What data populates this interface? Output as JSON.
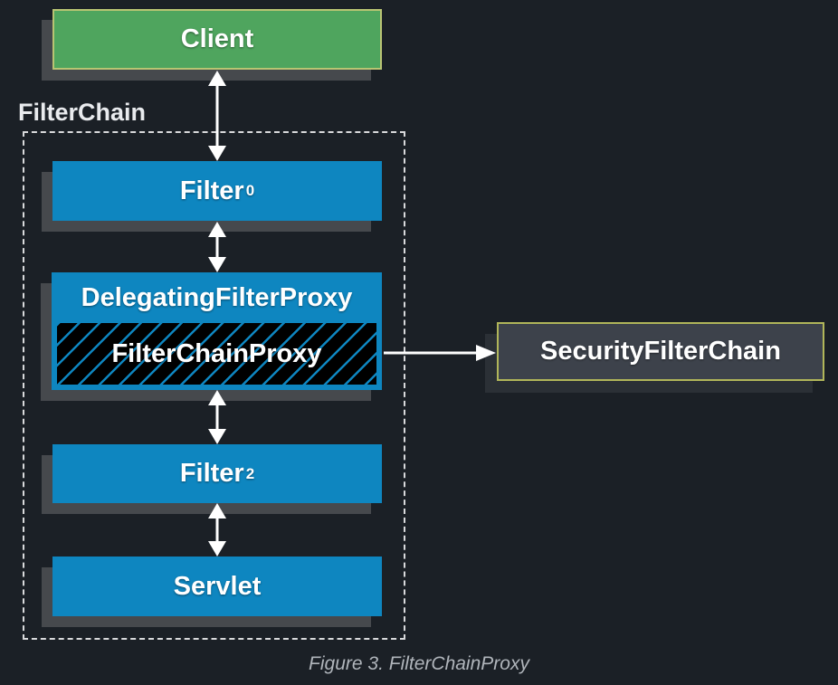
{
  "figure": {
    "caption": "Figure 3. FilterChainProxy"
  },
  "labels": {
    "filter_chain": "FilterChain"
  },
  "nodes": {
    "client": {
      "label": "Client",
      "fill": "#4fa55e",
      "border_color": "#b9c473"
    },
    "filter0": {
      "label": "Filter",
      "sub": "0",
      "fill": "#0e86c0"
    },
    "delegating_filter_proxy": {
      "label": "DelegatingFilterProxy",
      "fill": "#0e86c0"
    },
    "filter_chain_proxy": {
      "label": "FilterChainProxy",
      "fill": "#000000",
      "hatch_color": "#0e86c0"
    },
    "security_filter_chain": {
      "label": "SecurityFilterChain",
      "fill": "#3d424b",
      "border_color": "#b1b65a"
    },
    "filter2": {
      "label": "Filter",
      "sub": "2",
      "fill": "#0e86c0"
    },
    "servlet": {
      "label": "Servlet",
      "fill": "#0e86c0"
    }
  },
  "connectors": [
    {
      "from": "client",
      "to": "filter0",
      "type": "double-arrow"
    },
    {
      "from": "filter0",
      "to": "delegating_filter_proxy",
      "type": "double-arrow"
    },
    {
      "from": "filter_chain_proxy",
      "to": "security_filter_chain",
      "type": "arrow-right"
    },
    {
      "from": "delegating_filter_proxy",
      "to": "filter2",
      "type": "double-arrow"
    },
    {
      "from": "filter2",
      "to": "servlet",
      "type": "double-arrow"
    }
  ],
  "colors": {
    "background": "#1b2026",
    "box_shadow": "#46494d",
    "security_shadow": "#2b3036",
    "arrow": "#ffffff",
    "dashed_border": "#d9dadc",
    "box_text": "#ffffff",
    "filter_chain_label_text": "#e9ebee",
    "caption_text": "#b0b5bb"
  }
}
